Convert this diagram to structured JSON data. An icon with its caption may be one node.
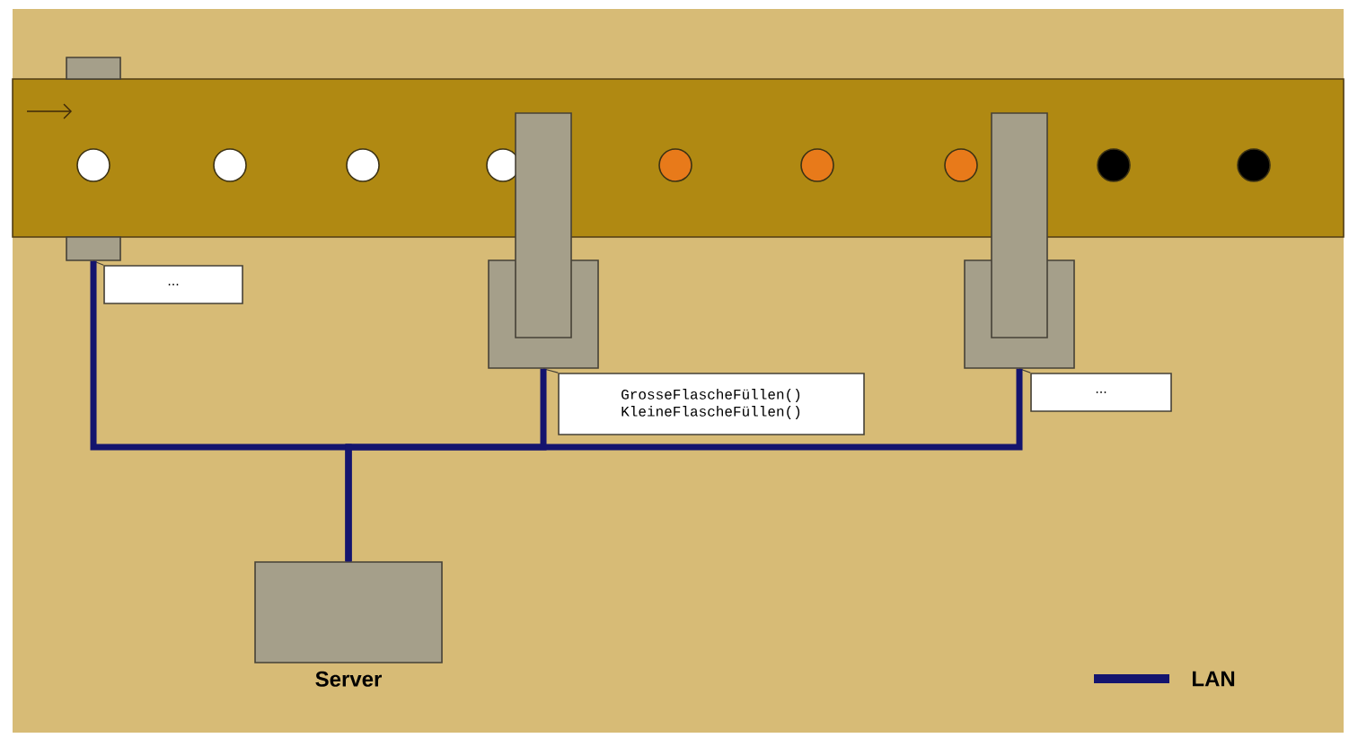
{
  "diagram": {
    "nodes": [
      {
        "text": [],
        "shape": "box"
      },
      {
        "text": [],
        "shape": "box"
      },
      {
        "text": [
          "..."
        ]
      },
      {
        "text": [],
        "shape": "box"
      },
      {
        "text": [],
        "shape": "box"
      },
      {
        "text": [
          "GrosseFlascheFüllen()",
          "KleineFlascheFüllen()"
        ]
      },
      {
        "text": [],
        "shape": "box"
      },
      {
        "text": [],
        "shape": "box"
      },
      {
        "text": [
          "..."
        ]
      },
      {
        "text": [
          "Server"
        ]
      }
    ],
    "edges": [
      {
        "from": 2,
        "to": 1,
        "arrow": "none"
      },
      {
        "from": 5,
        "to": 3,
        "arrow": "none"
      },
      {
        "from": 8,
        "to": 6,
        "arrow": "none"
      },
      {
        "from": 1,
        "to": 9,
        "arrow": "none",
        "style": "thick",
        "color": "#14146e"
      },
      {
        "from": 3,
        "to": 9,
        "arrow": "none",
        "style": "thick",
        "color": "#14146e"
      },
      {
        "from": 6,
        "to": 9,
        "arrow": "none",
        "style": "thick",
        "color": "#14146e"
      }
    ],
    "legend": [
      {
        "text": "LAN"
      }
    ]
  }
}
